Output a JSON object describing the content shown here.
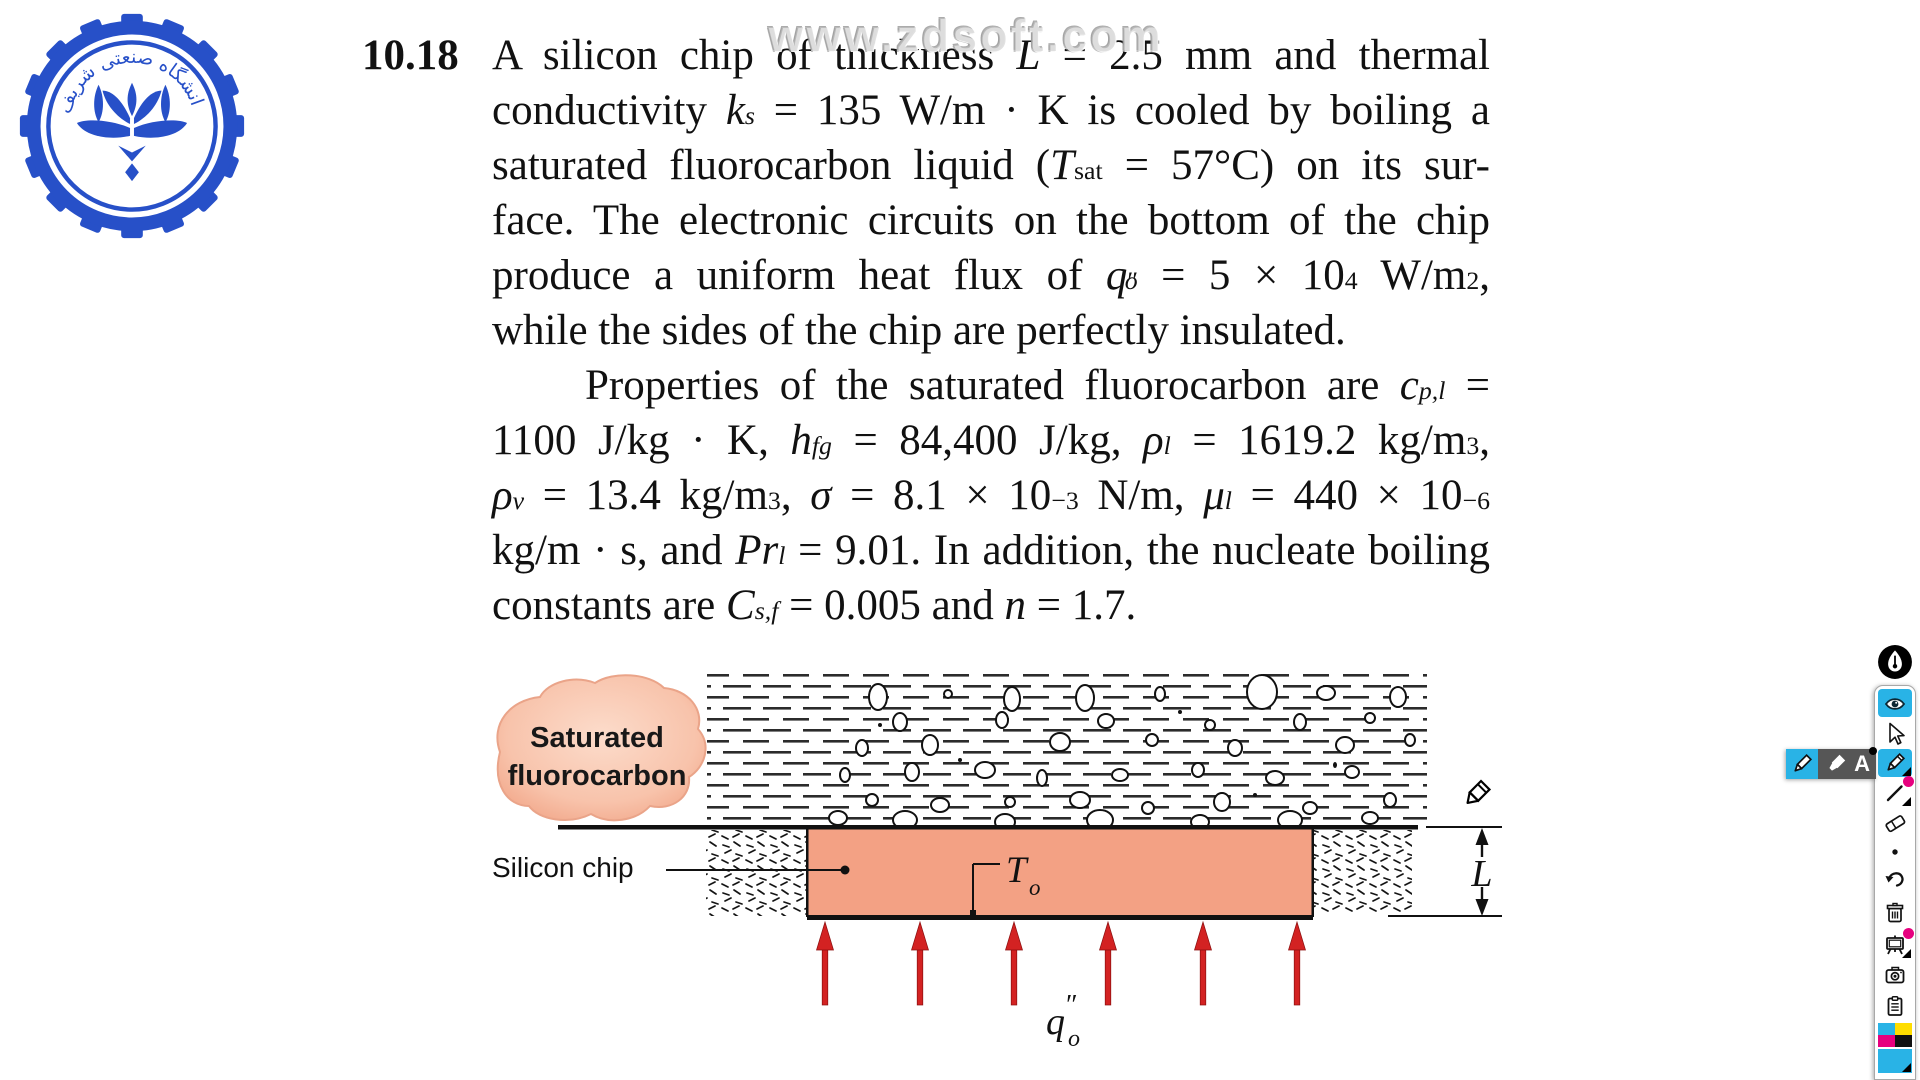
{
  "watermark": {
    "text": "www.zdsoft.com"
  },
  "logo": {
    "name": "sharif-university-logo",
    "persian_text": "دانشگاه صنعتی شریف",
    "color": "#2750c8"
  },
  "problem": {
    "number": "10.18",
    "lines": [
      {
        "cls": "",
        "seg": [
          [
            "",
            "A silicon chip of thickness "
          ],
          [
            "i",
            "L"
          ],
          [
            "",
            " = 2.5 mm and thermal"
          ]
        ]
      },
      {
        "cls": "",
        "seg": [
          [
            "",
            "conductivity "
          ],
          [
            "i",
            "k"
          ],
          [
            "subi",
            "s"
          ],
          [
            "",
            " = 135 W/m · K is cooled by boiling a"
          ]
        ]
      },
      {
        "cls": "",
        "seg": [
          [
            "",
            "saturated fluorocarbon liquid ("
          ],
          [
            "i",
            "T"
          ],
          [
            "sub",
            "sat"
          ],
          [
            "",
            " = 57°C) on its sur-"
          ]
        ]
      },
      {
        "cls": "",
        "seg": [
          [
            "",
            "face. The electronic circuits on the bottom of the chip"
          ]
        ]
      },
      {
        "cls": "",
        "seg": [
          [
            "",
            "produce a uniform heat flux of "
          ],
          [
            "i",
            "q"
          ],
          [
            "sup",
            "″"
          ],
          [
            "subt",
            "o"
          ],
          [
            "",
            " = 5 × 10"
          ],
          [
            "sup",
            "4"
          ],
          [
            "",
            " W/m"
          ],
          [
            "sup",
            "2"
          ],
          [
            "",
            ","
          ]
        ]
      },
      {
        "cls": "end",
        "seg": [
          [
            "",
            "while the sides of the chip are perfectly insulated."
          ]
        ]
      },
      {
        "cls": "indent",
        "seg": [
          [
            "",
            "Properties of the saturated fluorocarbon are "
          ],
          [
            "i",
            "c"
          ],
          [
            "subi",
            "p,l"
          ],
          [
            "",
            " ="
          ]
        ]
      },
      {
        "cls": "",
        "seg": [
          [
            "",
            "1100 J/kg · K, "
          ],
          [
            "i",
            "h"
          ],
          [
            "subi",
            "fg"
          ],
          [
            "",
            " = 84,400 J/kg, "
          ],
          [
            "i",
            "ρ"
          ],
          [
            "subi",
            "l"
          ],
          [
            "",
            " = 1619.2 kg/m"
          ],
          [
            "sup",
            "3"
          ],
          [
            "",
            ","
          ]
        ]
      },
      {
        "cls": "",
        "seg": [
          [
            "i",
            "ρ"
          ],
          [
            "subi",
            "v"
          ],
          [
            "",
            " = 13.4 kg/m"
          ],
          [
            "sup",
            "3"
          ],
          [
            "",
            ", "
          ],
          [
            "i",
            "σ"
          ],
          [
            "",
            " = 8.1 × 10"
          ],
          [
            "sup",
            "−3"
          ],
          [
            "",
            " N/m, "
          ],
          [
            "i",
            "μ"
          ],
          [
            "subi",
            "l"
          ],
          [
            "",
            " = 440 × 10"
          ],
          [
            "sup",
            "−6"
          ]
        ]
      },
      {
        "cls": "",
        "seg": [
          [
            "",
            "kg/m · s, and "
          ],
          [
            "i",
            "Pr"
          ],
          [
            "subi",
            "l"
          ],
          [
            "",
            " = 9.01. In addition, the nucleate boiling"
          ]
        ]
      },
      {
        "cls": "end",
        "seg": [
          [
            "",
            "constants are "
          ],
          [
            "i",
            "C"
          ],
          [
            "subi",
            "s,f"
          ],
          [
            "",
            " = 0.005 and "
          ],
          [
            "i",
            "n"
          ],
          [
            "",
            " = 1.7."
          ]
        ]
      }
    ]
  },
  "figure": {
    "saturated_label_line1": "Saturated",
    "saturated_label_line2": "fluorocarbon",
    "silicon_chip_label": "Silicon chip",
    "surface_temp_base": "T",
    "surface_temp_sub": "o",
    "thickness_label": "L",
    "heat_flux_base": "q",
    "heat_flux_primes": "″",
    "heat_flux_sub": "o",
    "chip_color": "#f3a184",
    "arrow_color": "#d32222",
    "heat_arrows_x": [
      825,
      920,
      1014,
      1108,
      1203,
      1297
    ],
    "bubbles": [
      [
        878,
        697,
        9,
        13
      ],
      [
        948,
        694,
        4,
        4
      ],
      [
        1012,
        699,
        8,
        12
      ],
      [
        1085,
        698,
        9,
        13
      ],
      [
        1160,
        694,
        5,
        7
      ],
      [
        1262,
        692,
        15,
        17
      ],
      [
        1326,
        693,
        9,
        7
      ],
      [
        1398,
        697,
        8,
        10
      ],
      [
        900,
        722,
        7,
        9
      ],
      [
        1002,
        720,
        6,
        8
      ],
      [
        1106,
        721,
        8,
        7
      ],
      [
        1210,
        725,
        5,
        5
      ],
      [
        1300,
        722,
        6,
        8
      ],
      [
        1370,
        718,
        5,
        5
      ],
      [
        880,
        725,
        2,
        2
      ],
      [
        1180,
        712,
        2,
        2
      ],
      [
        862,
        748,
        6,
        8
      ],
      [
        930,
        745,
        8,
        10
      ],
      [
        1060,
        742,
        10,
        9
      ],
      [
        1152,
        740,
        6,
        6
      ],
      [
        1235,
        748,
        7,
        8
      ],
      [
        1345,
        745,
        9,
        8
      ],
      [
        1410,
        740,
        5,
        6
      ],
      [
        960,
        760,
        2,
        2
      ],
      [
        845,
        775,
        5,
        7
      ],
      [
        912,
        772,
        7,
        9
      ],
      [
        985,
        770,
        10,
        8
      ],
      [
        1042,
        778,
        5,
        8
      ],
      [
        1120,
        775,
        8,
        6
      ],
      [
        1198,
        770,
        6,
        7
      ],
      [
        1275,
        778,
        9,
        7
      ],
      [
        1352,
        772,
        7,
        6
      ],
      [
        1335,
        765,
        2,
        3
      ],
      [
        872,
        800,
        6,
        6
      ],
      [
        940,
        805,
        9,
        7
      ],
      [
        1010,
        802,
        5,
        5
      ],
      [
        1080,
        800,
        10,
        8
      ],
      [
        1148,
        808,
        6,
        6
      ],
      [
        1222,
        802,
        8,
        9
      ],
      [
        1310,
        808,
        7,
        6
      ],
      [
        1390,
        800,
        6,
        7
      ],
      [
        1255,
        795,
        2,
        2
      ],
      [
        838,
        818,
        9,
        7
      ],
      [
        905,
        820,
        12,
        9
      ],
      [
        1005,
        822,
        10,
        8
      ],
      [
        1100,
        820,
        13,
        10
      ],
      [
        1200,
        822,
        9,
        7
      ],
      [
        1290,
        820,
        12,
        9
      ],
      [
        1370,
        818,
        8,
        6
      ]
    ]
  },
  "toolbar": {
    "pen_button_icon": "pen-nib",
    "tool_names": [
      "eye",
      "cursor",
      "pencil",
      "line",
      "eraser",
      "dot-size",
      "undo",
      "trash",
      "board",
      "camera",
      "clipboard"
    ],
    "active_tools": [
      "eye",
      "pencil"
    ],
    "accent_cyan": "#29b3e6",
    "accent_magenta": "#e6007e",
    "palette_colors": [
      "#29b3e6",
      "#ffdd00",
      "#e6007e",
      "#111111"
    ],
    "popup": {
      "options": [
        "pencil",
        "marker",
        "text"
      ],
      "text_label": "A"
    }
  }
}
